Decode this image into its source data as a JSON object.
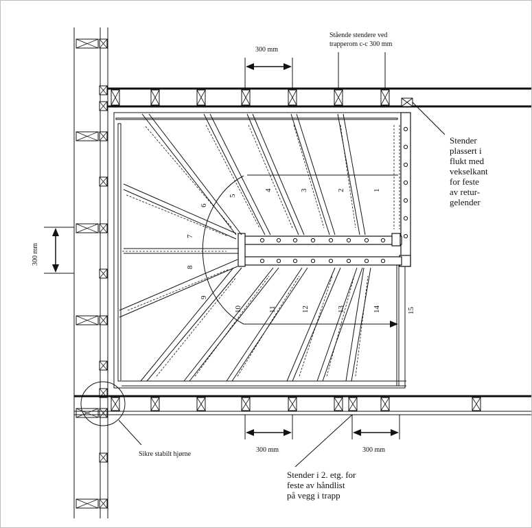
{
  "labels": {
    "dim_top": "300 mm",
    "dim_left": "300 mm",
    "dim_bottom_left": "300 mm",
    "dim_bottom_right": "300 mm",
    "stud_note": [
      "Stående stendere ved",
      "trapperom c-c 300 mm"
    ],
    "stud_flush": [
      "Stender",
      "plassert i",
      "flukt med",
      "vekselkant",
      "for feste",
      "av retur-",
      "gelender"
    ],
    "corner_note": "Sikre stabilt hjørne",
    "handrail_note": [
      "Stender i 2. etg. for",
      "feste av håndlist",
      "på vegg i trapp"
    ]
  },
  "step_numbers": [
    "1",
    "2",
    "3",
    "4",
    "5",
    "6",
    "7",
    "8",
    "9",
    "10",
    "11",
    "12",
    "13",
    "14",
    "15"
  ],
  "colors": {
    "line": "#111111",
    "frame": "#bcbcbc",
    "background": "#ffffff"
  }
}
